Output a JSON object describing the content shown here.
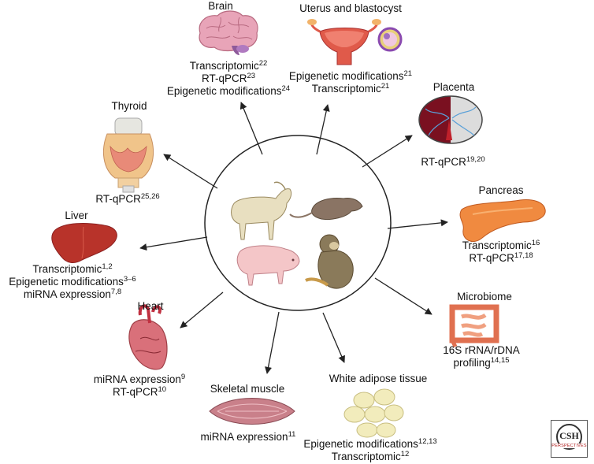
{
  "organs": {
    "brain": {
      "title": "Brain",
      "lines": [
        {
          "text": "Transcriptomic",
          "ref": "22"
        },
        {
          "text": "RT-qPCR",
          "ref": "23"
        },
        {
          "text": "Epigenetic modifications",
          "ref": "24"
        }
      ]
    },
    "uterus": {
      "title": "Uterus and blastocyst",
      "lines": [
        {
          "text": "Epigenetic modifications",
          "ref": "21"
        },
        {
          "text": "Transcriptomic",
          "ref": "21"
        }
      ]
    },
    "placenta": {
      "title": "Placenta",
      "lines": [
        {
          "text": "RT-qPCR",
          "ref": "19,20"
        }
      ]
    },
    "thyroid": {
      "title": "Thyroid",
      "lines": [
        {
          "text": "RT-qPCR",
          "ref": "25,26"
        }
      ]
    },
    "pancreas": {
      "title": "Pancreas",
      "lines": [
        {
          "text": "Transcriptomic",
          "ref": "16"
        },
        {
          "text": "RT-qPCR",
          "ref": "17,18"
        }
      ]
    },
    "liver": {
      "title": "Liver",
      "lines": [
        {
          "text": "Transcriptomic",
          "ref": "1,2"
        },
        {
          "text": "Epigenetic modifications",
          "ref": "3–6"
        },
        {
          "text": "miRNA expression",
          "ref": "7,8"
        }
      ]
    },
    "microbiome": {
      "title": "Microbiome",
      "lines": [
        {
          "text": "16S rRNA/rDNA",
          "ref": ""
        },
        {
          "text": "profiling",
          "ref": "14,15"
        }
      ]
    },
    "heart": {
      "title": "Heart",
      "lines": [
        {
          "text": "miRNA expression",
          "ref": "9"
        },
        {
          "text": "RT-qPCR",
          "ref": "10"
        }
      ]
    },
    "skeletal_muscle": {
      "title": "Skeletal muscle",
      "lines": [
        {
          "text": "miRNA expression",
          "ref": "11"
        }
      ]
    },
    "white_adipose": {
      "title": "White adipose tissue",
      "lines": [
        {
          "text": "Epigenetic modifications",
          "ref": "12,13"
        },
        {
          "text": "Transcriptomic",
          "ref": "12"
        }
      ]
    }
  },
  "logo": {
    "main": "CSH",
    "sub": "PERSPECTIVES"
  },
  "colors": {
    "arrow": "#222222",
    "brain": "#e8a4b8",
    "uterus": "#e05a4a",
    "placenta": "#7a1020",
    "thyroid": "#f0c48a",
    "pancreas": "#f08a40",
    "liver": "#b8332a",
    "intestine": "#e98a6e",
    "heart": "#d9707a",
    "muscle": "#c9808a",
    "adipose": "#f2ecbc",
    "goat": "#e8dfc0",
    "rat": "#8a7464",
    "pig": "#f4c6c8",
    "monkey": "#8a7a5a"
  }
}
